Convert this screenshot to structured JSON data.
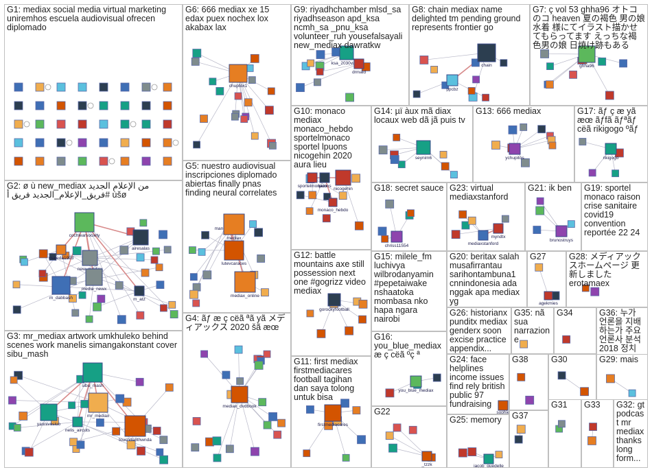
{
  "groups": [
    {
      "id": "G1",
      "label": "G1: mediax social media virtual marketing uniremhos escuela audiovisual ofrecen diplomado",
      "nodes": []
    },
    {
      "id": "G6",
      "label": "G6: 666 mediax xe 15 edax puex nochex lox akabax lax",
      "nodes": [
        "chuptox1"
      ]
    },
    {
      "id": "G9",
      "label": "G9: riyadhchamber mlsd_sa riyadhseason apd_ksa ncmh_sa _pnu_ksa volunteer_ruh yousefalsayali new_mediax dawratkw",
      "nodes": [
        "ksa_2030vision",
        "drmald"
      ]
    },
    {
      "id": "G8",
      "label": "G8: chain mediax name delighted tm pending ground represents frontier go",
      "nodes": [
        "chain",
        "ppcbz"
      ]
    },
    {
      "id": "G7",
      "label": "G7: ç vol 53 ghha96 オトコのコ heaven 夏の褐色 男の娘水着 様にてイラスト描かせてもらってます えっちな褐色男の娘 日焼け跡もある",
      "nodes": [
        "ghha96"
      ]
    },
    {
      "id": "G10",
      "label": "G10: monaco mediax monaco_hebdo sportelmonaco sportel lpuons nicogehin 2020 aura lieu",
      "nodes": [
        "lpuons",
        "nicogehin",
        "sportelmonaco",
        "monaco_hebdo"
      ]
    },
    {
      "id": "G14",
      "label": "G14: µï àux mã diax locaux web dã jã puis tv",
      "nodes": [
        "seynim6"
      ]
    },
    {
      "id": "G13",
      "label": "G13: 666 mediax",
      "nodes": [
        "ychupitos"
      ]
    },
    {
      "id": "G17",
      "label": "G17: ãƒ ç æ yã æœ ãƒfã ãƒªãƒ cëã rikigogo ºãƒ",
      "nodes": [
        "rikigogo"
      ]
    },
    {
      "id": "G5",
      "label": "G5: nuestro audiovisual inscripciones diplomado abiertas finally pnas finding neural correlates",
      "nodes": [
        "manishsagger",
        "mediax",
        "lutevcaraces",
        "mediax_online"
      ]
    },
    {
      "id": "G2",
      "label": "G2: ø ù new_mediax من الإعلام الجديد #فريق_الإعلام_الجديد فريق أ ùšø",
      "nodes": [
        "cochlearsociety",
        "airesalas",
        "vsajeda1993",
        "new_mediax",
        "m_dabbash",
        "media_newx",
        "m_atz"
      ]
    },
    {
      "id": "G18",
      "label": "G18: secret sauce",
      "nodes": [
        "chriss11554"
      ]
    },
    {
      "id": "G23",
      "label": "G23: virtual mediaxstanford",
      "nodes": [
        "mediaxstanford",
        "myndtx"
      ]
    },
    {
      "id": "G21",
      "label": "G21: ik ben",
      "nodes": [
        "brunostruys"
      ]
    },
    {
      "id": "G19",
      "label": "G19: sportel monaco raison crise sanitaire covid19 convention reportée 22 24",
      "nodes": []
    },
    {
      "id": "G12",
      "label": "G12: battle mountains axe still possession next one #gogrizz video mediax",
      "nodes": [
        "gorockyfootball"
      ]
    },
    {
      "id": "G15",
      "label": "G15: milele_fm luchivya wilbrodanyamin #pepetaiwake nshaatoka mombasa nko hapa ngara nairobi",
      "nodes": []
    },
    {
      "id": "G20",
      "label": "G20: beritax salah musafirrantau sarihontambuna1 cnnindonesia ada nggak apa mediax yg",
      "nodes": []
    },
    {
      "id": "G27",
      "label": "G27",
      "nodes": [
        "agekmies"
      ]
    },
    {
      "id": "G28",
      "label": "G28: メディアックスホームページ 更新しました erotamaex",
      "nodes": []
    },
    {
      "id": "G3",
      "label": "G3: mr_mediax artwork umkhuleko behind scenes work manelis simangakonstant cover sibu_mash",
      "nodes": [
        "sibu_mash",
        "yannivosloo",
        "nelis_aircuts",
        "mr_mediax",
        "touchda8thwnda"
      ]
    },
    {
      "id": "G4",
      "label": "G4: ãƒ æ ç cëã ªã yã メディアックス 2020 šã æœ",
      "nodes": [
        "mediax_dvdbook"
      ]
    },
    {
      "id": "G26",
      "label": "G26: historianx punditx mediax genderx soon excise practice appendix...",
      "nodes": []
    },
    {
      "id": "G35",
      "label": "G35: nã sua narrazione",
      "nodes": []
    },
    {
      "id": "G34",
      "label": "G34",
      "nodes": []
    },
    {
      "id": "G36",
      "label": "G36: 누가 언론을 지배 하는가 주요 언론사 분석 2018 정치",
      "nodes": []
    },
    {
      "id": "G16",
      "label": "G16: you_blue_mediax æ ç cëã ºç ª",
      "nodes": [
        "you_blue_mediax"
      ]
    },
    {
      "id": "G11",
      "label": "G11: first mediax firstmediacares football tagihan dan saya tolong untuk bisa",
      "nodes": [
        "firstmediacares"
      ]
    },
    {
      "id": "G24",
      "label": "G24: face helplines income issues find rely british public 97 fundraising",
      "nodes": [
        "sophie"
      ]
    },
    {
      "id": "G38",
      "label": "G38",
      "nodes": []
    },
    {
      "id": "G30",
      "label": "G30",
      "nodes": []
    },
    {
      "id": "G29",
      "label": "G29: mais",
      "nodes": []
    },
    {
      "id": "G22",
      "label": "G22",
      "nodes": [
        "_tzzk"
      ]
    },
    {
      "id": "G25",
      "label": "G25: memory",
      "nodes": [
        "jacob_guedelle"
      ]
    },
    {
      "id": "G37",
      "label": "G37",
      "nodes": []
    },
    {
      "id": "G31",
      "label": "G31",
      "nodes": []
    },
    {
      "id": "G33",
      "label": "G33",
      "nodes": []
    },
    {
      "id": "G32",
      "label": "G32: gt podcast mr mediax thanks long form...",
      "nodes": []
    }
  ]
}
